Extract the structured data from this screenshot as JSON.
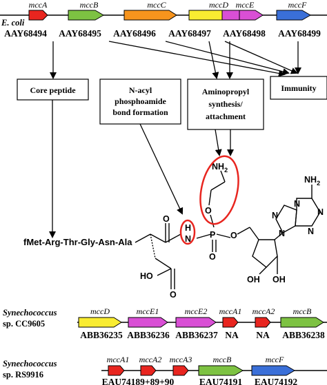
{
  "ecoli": {
    "organism": "E. coli",
    "genes": [
      {
        "name": "mccA",
        "accession": "AAY68494",
        "color": "#e8251f"
      },
      {
        "name": "mccB",
        "accession": "AAY68495",
        "color": "#7dc242"
      },
      {
        "name": "mccC",
        "accession": "AAY68496",
        "color": "#f7941d"
      },
      {
        "name": "mccD",
        "accession": "AAY68497",
        "color": "#f9ec31"
      },
      {
        "name": "mccE",
        "accession": "AAY68498",
        "color": "#d94fd5"
      },
      {
        "name": "mccF",
        "accession": "AAY68499",
        "color": "#3a6fd8"
      }
    ]
  },
  "functions": {
    "core_peptide": "Core peptide",
    "n_acyl_line1": "N-acyl",
    "n_acyl_line2": "phosphoamide",
    "n_acyl_line3": "bond formation",
    "aminopropyl_line1": "Aminopropyl",
    "aminopropyl_line2": "synthesis/",
    "aminopropyl_line3": "attachment",
    "immunity": "Immunity"
  },
  "structure": {
    "peptide": "fMet-Arg-Thr-Gly-Asn-Ala",
    "nh2_amine": "NH2",
    "nh2_adenine": "NH2",
    "n_h_label": "H",
    "n_label": "N",
    "p_label": "P",
    "o_labels": [
      "O",
      "O",
      "O",
      "O"
    ],
    "ho_acid": "HO",
    "o_acid": "O",
    "oh_sugar1": "OH",
    "oh_sugar2": "OH",
    "ring_n": [
      "N",
      "N",
      "N",
      "N",
      "N"
    ],
    "highlight_color": "#e8251f"
  },
  "synechococcus_cc9605": {
    "organism_line1": "Synechococcus",
    "organism_line2": "sp. CC9605",
    "genes": [
      {
        "name": "mccD",
        "accession": "ABB36235",
        "color": "#f9ec31"
      },
      {
        "name": "mccE1",
        "accession": "ABB36236",
        "color": "#d94fd5"
      },
      {
        "name": "mccE2",
        "accession": "ABB36237",
        "color": "#d94fd5"
      },
      {
        "name": "mccA1",
        "accession": "NA",
        "color": "#e8251f"
      },
      {
        "name": "mccA2",
        "accession": "NA",
        "color": "#e8251f"
      },
      {
        "name": "mccB",
        "accession": "ABB36238",
        "color": "#7dc242"
      }
    ]
  },
  "synechococcus_rs9916": {
    "organism_line1": "Synechococcus",
    "organism_line2": "sp. RS9916",
    "genes": [
      {
        "name": "mccA1",
        "color": "#e8251f"
      },
      {
        "name": "mccA2",
        "color": "#e8251f"
      },
      {
        "name": "mccA3",
        "color": "#e8251f"
      },
      {
        "name": "mccB",
        "color": "#7dc242"
      },
      {
        "name": "mccF",
        "color": "#3a6fd8"
      }
    ],
    "accessions": [
      "EAU74189+89+90",
      "EAU74191",
      "EAU74192"
    ]
  }
}
